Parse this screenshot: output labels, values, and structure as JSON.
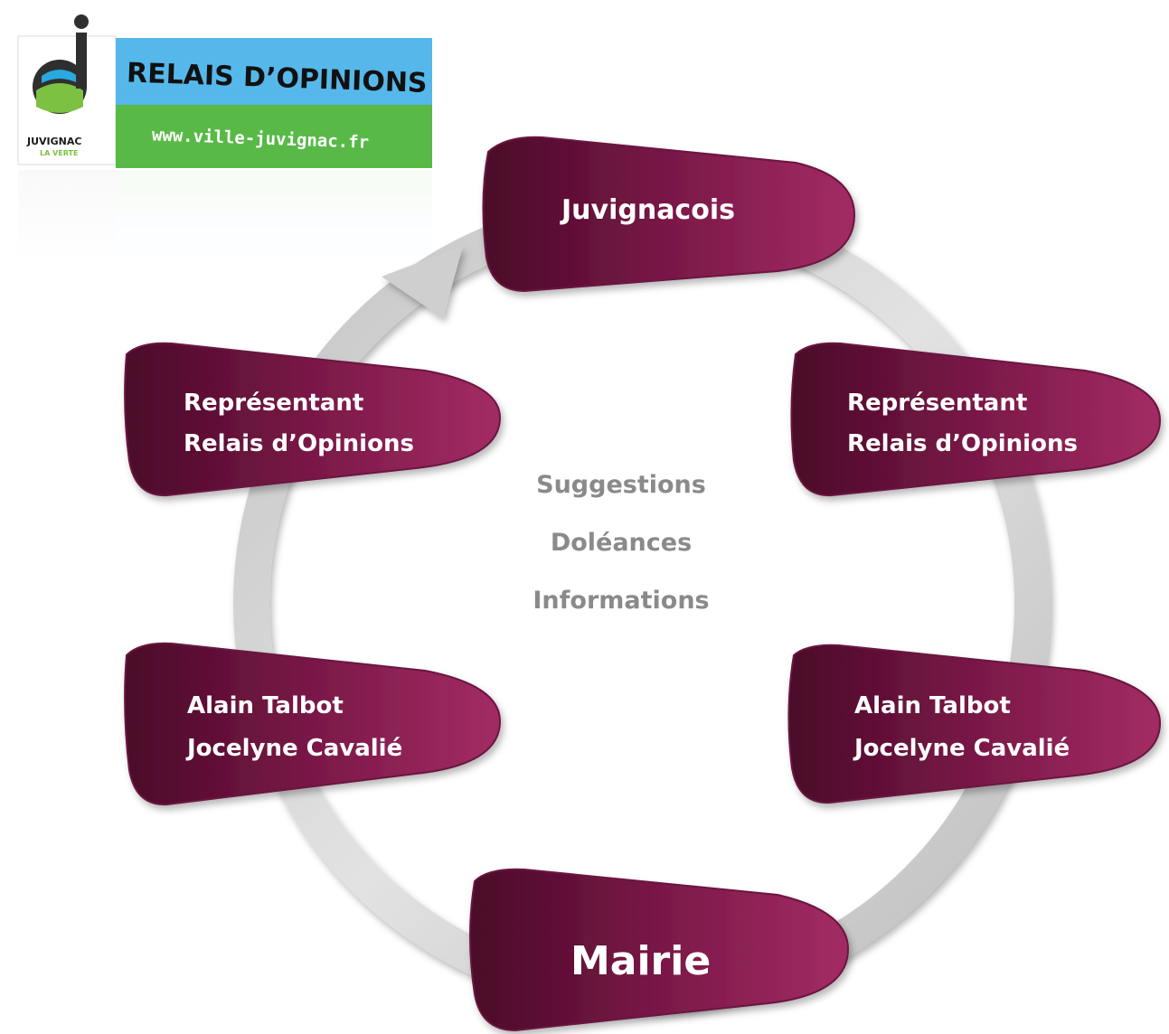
{
  "logo": {
    "title": "RELAIS D’OPINIONS",
    "url": "www.ville-juvignac.fr",
    "city": "JUVIGNAC",
    "city_sub": "LA VERTE",
    "letter": "j"
  },
  "nodes": {
    "top": {
      "line1": "Juvignacois"
    },
    "right_upper": {
      "line1": "Représentant",
      "line2": "Relais d’Opinions"
    },
    "left_upper": {
      "line1": "Représentant",
      "line2": "Relais d’Opinions"
    },
    "right_lower": {
      "line1": "Alain Talbot",
      "line2": "Jocelyne Cavalié"
    },
    "left_lower": {
      "line1": "Alain Talbot",
      "line2": "Jocelyne Cavalié"
    },
    "bottom": {
      "line1": "Mairie"
    }
  },
  "center": {
    "items": [
      "Suggestions",
      "Doléances",
      "Informations"
    ]
  },
  "colors": {
    "node_dark": "#4f0a2c",
    "node_light": "#a02a62",
    "ring": "#cfcfcf",
    "center_text": "#8a8a8a",
    "logo_blue": "#4fb4e8",
    "logo_green": "#5ab845"
  }
}
